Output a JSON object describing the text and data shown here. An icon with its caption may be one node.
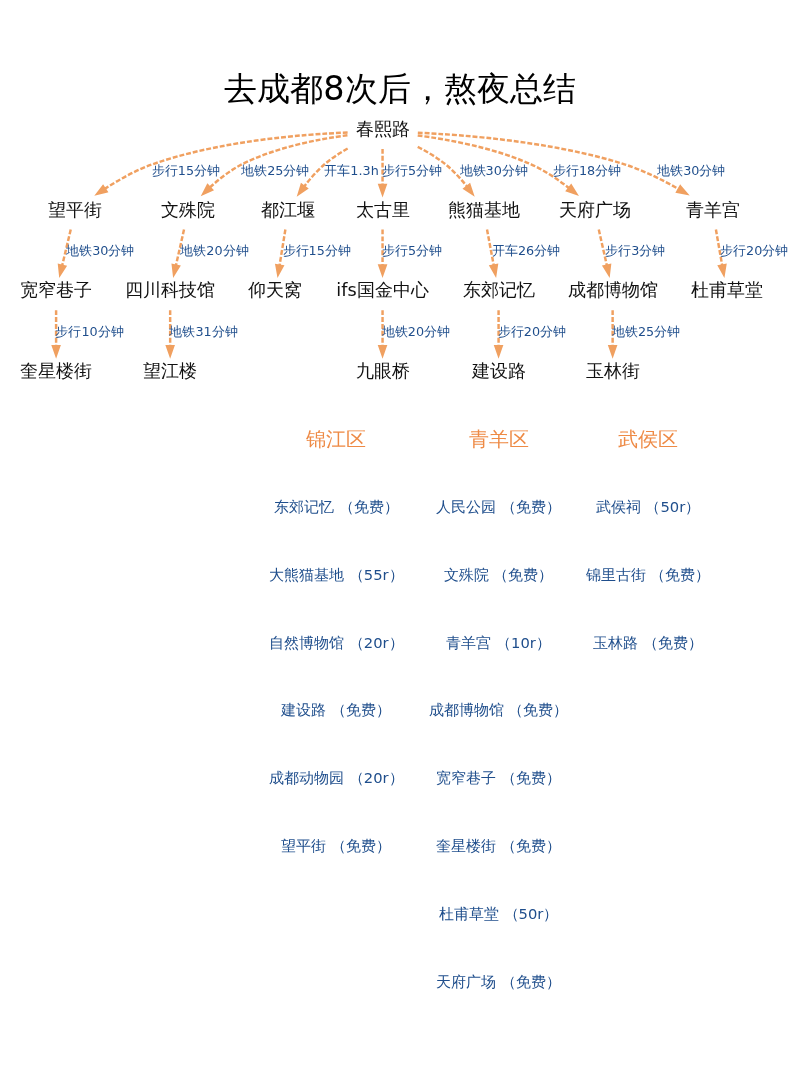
{
  "diagram": {
    "title": "去成都8次后，熬夜总结",
    "nodes": [
      {
        "text": [
          "奎星楼街"
        ]
      },
      {
        "text": [
          "望江楼"
        ]
      },
      {
        "text": [
          "宽窄巷子"
        ]
      },
      {
        "text": [
          "四川科技馆"
        ]
      },
      {
        "text": [
          "仰天窝"
        ]
      },
      {
        "text": [
          "望平街"
        ]
      },
      {
        "text": [
          "文殊院"
        ]
      },
      {
        "text": [
          "ifs国金中心"
        ]
      },
      {
        "text": [
          "都江堰"
        ]
      },
      {
        "text": [
          "太古里"
        ]
      },
      {
        "text": [
          "春熙路"
        ]
      },
      {
        "text": [
          "熊猫基地"
        ]
      },
      {
        "text": [
          "九眼桥"
        ]
      },
      {
        "text": [
          "天府广场"
        ]
      },
      {
        "text": [
          "青羊宫"
        ]
      },
      {
        "text": [
          "东郊记忆"
        ]
      },
      {
        "text": [
          "杜甫草堂"
        ]
      },
      {
        "text": [
          "成都博物馆"
        ]
      },
      {
        "text": [
          "建设路"
        ]
      },
      {
        "text": [
          "玉林街"
        ]
      }
    ],
    "edges": [
      {
        "from": 10,
        "to": 8,
        "arrow": "to",
        "label": "开车1.3h",
        "style": "dashed"
      },
      {
        "from": 8,
        "to": 4,
        "arrow": "to",
        "label": "步行15分钟",
        "style": "dashed"
      },
      {
        "from": 10,
        "to": 6,
        "arrow": "to",
        "label": "地铁25分钟",
        "style": "dashed"
      },
      {
        "from": 6,
        "to": 3,
        "arrow": "to",
        "label": "地铁20分钟",
        "style": "dashed"
      },
      {
        "from": 3,
        "to": 1,
        "arrow": "to",
        "label": "地铁31分钟",
        "style": "dashed"
      },
      {
        "from": 10,
        "to": 5,
        "arrow": "to",
        "label": "步行15分钟",
        "style": "dashed"
      },
      {
        "from": 5,
        "to": 2,
        "arrow": "to",
        "label": "地铁30分钟",
        "style": "dashed"
      },
      {
        "from": 2,
        "to": 0,
        "arrow": "to",
        "label": "步行10分钟",
        "style": "dashed"
      },
      {
        "from": 10,
        "to": 9,
        "arrow": "to",
        "label": "步行5分钟",
        "style": "dashed"
      },
      {
        "from": 9,
        "to": 7,
        "arrow": "to",
        "label": "步行5分钟",
        "style": "dashed"
      },
      {
        "from": 7,
        "to": 12,
        "arrow": "to",
        "label": "地铁20分钟",
        "style": "dashed"
      },
      {
        "from": 10,
        "to": 11,
        "arrow": "to",
        "label": "地铁30分钟",
        "style": "dashed"
      },
      {
        "from": 11,
        "to": 15,
        "arrow": "to",
        "label": "开车26分钟",
        "style": "dashed"
      },
      {
        "from": 15,
        "to": 18,
        "arrow": "to",
        "label": "步行20分钟",
        "style": "dashed"
      },
      {
        "from": 10,
        "to": 14,
        "arrow": "to",
        "label": "地铁30分钟",
        "style": "dashed"
      },
      {
        "from": 14,
        "to": 16,
        "arrow": "to",
        "label": "步行20分钟",
        "style": "dashed"
      },
      {
        "from": 10,
        "to": 13,
        "arrow": "to",
        "label": "步行18分钟",
        "style": "dashed"
      },
      {
        "from": 13,
        "to": 17,
        "arrow": "to",
        "label": "步行3分钟",
        "style": "dashed"
      },
      {
        "from": 17,
        "to": 19,
        "arrow": "to",
        "label": "地铁25分钟",
        "style": "dashed"
      }
    ],
    "labels": [
      "锦江区",
      "东郊记忆 （免费）",
      "大熊猫基地 （55r）",
      "自然博物馆 （20r）",
      "建设路 （免费）",
      "成都动物园 （20r）",
      "望平街 （免费）",
      "青羊区",
      "人民公园 （免费）",
      "文殊院 （免费）",
      "青羊宫 （10r）",
      "成都博物馆 （免费）",
      "宽窄巷子 （免费）",
      "奎星楼街 （免费）",
      "杜甫草堂 （50r）",
      "天府广场 （免费）",
      "武侯区",
      "武侯祠 （50r）",
      "锦里古街 （免费）",
      "玉林路 （免费）"
    ]
  }
}
